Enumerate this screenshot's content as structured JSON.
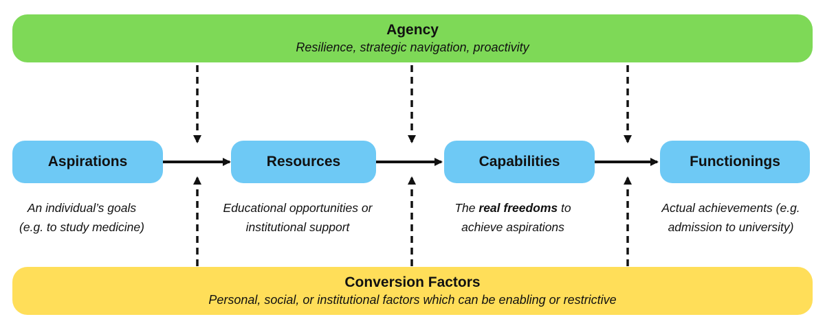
{
  "colors": {
    "green": "#7ED957",
    "blue": "#6EC9F5",
    "yellow": "#FFDE59",
    "arrow": "#111111",
    "text": "#111111"
  },
  "top_bar": {
    "title": "Agency",
    "subtitle": "Resilience, strategic navigation, proactivity"
  },
  "bottom_bar": {
    "title": "Conversion Factors",
    "subtitle": "Personal, social, or institutional factors which can be enabling or restrictive"
  },
  "boxes": [
    {
      "label": "Aspirations"
    },
    {
      "label": "Resources"
    },
    {
      "label": "Capabilities"
    },
    {
      "label": "Functionings"
    }
  ],
  "descriptions": [
    {
      "line1": "An individual’s goals",
      "line2": "(e.g. to study medicine)"
    },
    {
      "line1": "Educational opportunities or",
      "line2": "institutional support"
    },
    {
      "line1_pre": "The ",
      "line1_bold": "real freedoms",
      "line1_post": " to",
      "line2": "achieve aspirations"
    },
    {
      "line1": "Actual achievements (e.g.",
      "line2": "admission to university)"
    }
  ]
}
